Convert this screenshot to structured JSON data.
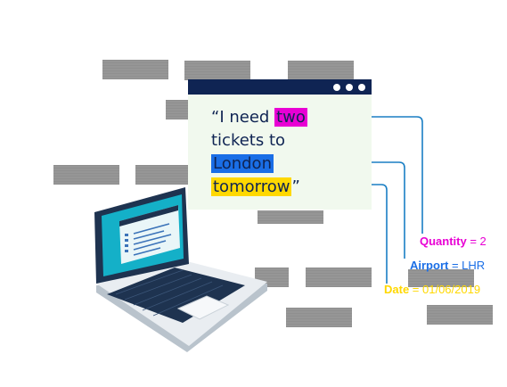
{
  "quote": {
    "open": "“I need ",
    "w_quantity": "two",
    "mid1": "tickets to",
    "w_airport": "London",
    "w_date": "tomorrow",
    "close": "”"
  },
  "results": {
    "quantity": {
      "key": "Quantity",
      "eq": " = 2"
    },
    "airport": {
      "key": "Airport",
      "eq": " = LHR"
    },
    "date": {
      "key": "Date",
      "eq": " = 01/06/2019"
    }
  },
  "colors": {
    "quantity": "#e800d4",
    "airport": "#1a6ee6",
    "date": "#ffd800",
    "navy": "#0f2453",
    "line": "#1a7fc4"
  },
  "icons": [
    "laptop-illustration",
    "speech-window-icon"
  ]
}
